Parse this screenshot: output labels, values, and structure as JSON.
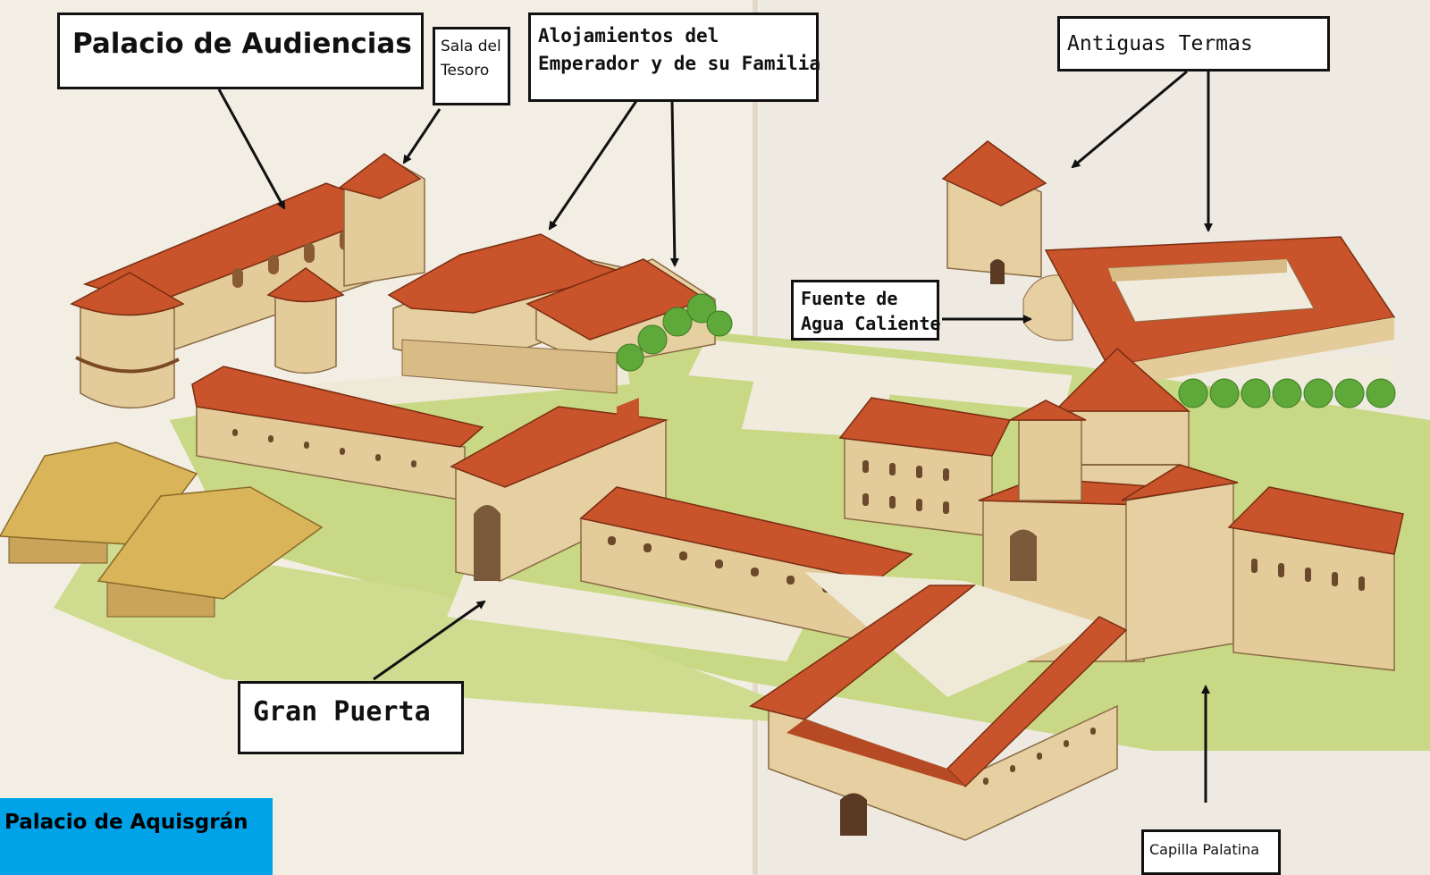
{
  "caption": "Palacio de Aquisgrán",
  "labels": {
    "palacio_audiencias": "Palacio de Audiencias",
    "sala_tesoro": [
      "Sala del",
      "Tesoro"
    ],
    "alojamientos": [
      "Alojamientos del",
      "Emperador y de su Familia"
    ],
    "antiguas_termas": "Antiguas Termas",
    "fuente": [
      "Fuente de",
      "Agua Caliente"
    ],
    "gran_puerta": "Gran Puerta",
    "capilla_palatina": "Capilla Palatina"
  },
  "colors": {
    "roof": "#c9532a",
    "wall": "#e6cfa0",
    "grass": "#c6d67a",
    "path": "#efe9d9",
    "thatch": "#d9b458",
    "tree": "#5fa83a",
    "caption_bg": "#00a2e8"
  }
}
